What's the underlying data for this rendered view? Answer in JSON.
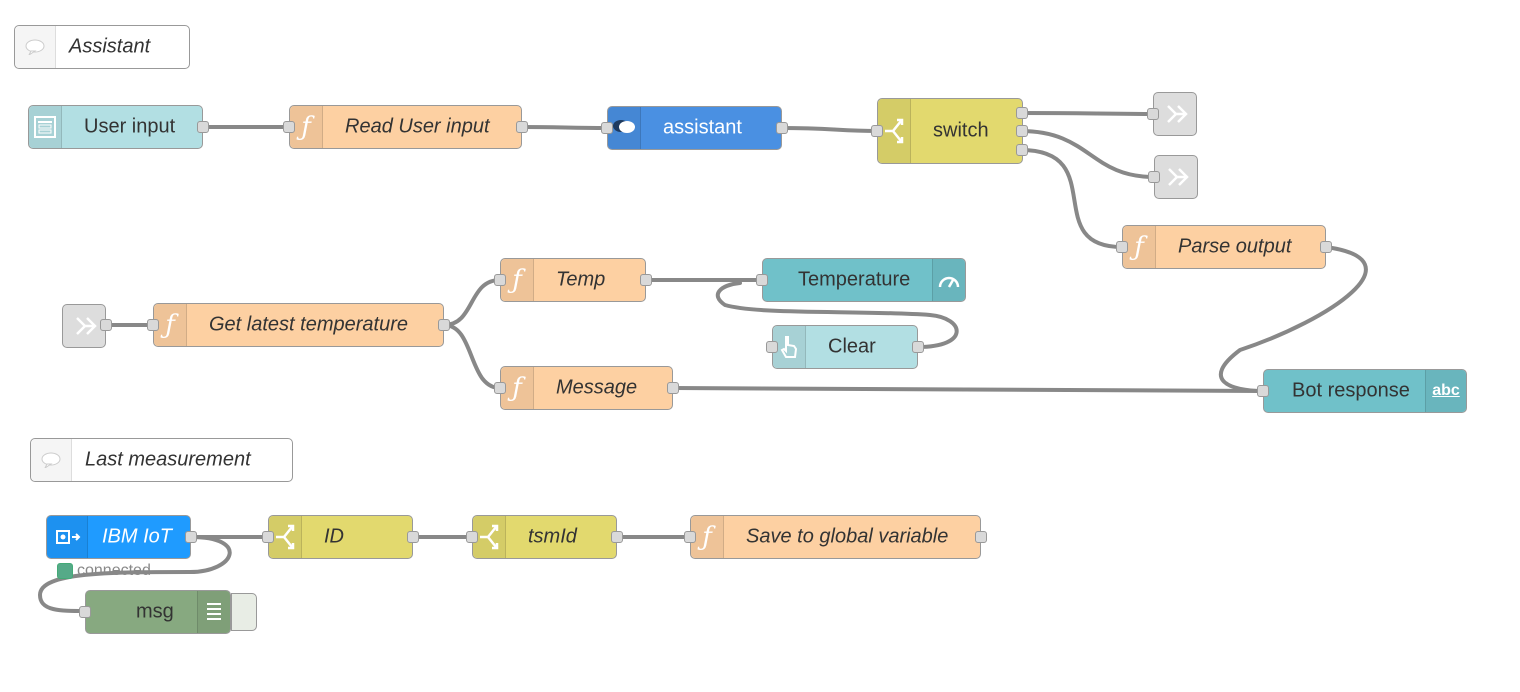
{
  "comments": {
    "assistant": "Assistant",
    "last_measurement": "Last measurement"
  },
  "nodes": {
    "user_input": "User input",
    "read_user_input": "Read User input",
    "assistant": "assistant",
    "switch": "switch",
    "parse_output": "Parse output",
    "get_latest_temperature": "Get latest temperature",
    "temp": "Temp",
    "message": "Message",
    "temperature": "Temperature",
    "clear": "Clear",
    "bot_response": "Bot response",
    "ibm_iot": "IBM IoT",
    "id": "ID",
    "tsmid": "tsmId",
    "save_global": "Save to global variable",
    "msg": "msg"
  },
  "status": {
    "ibm_iot": "connected"
  },
  "icons": {
    "function": "ƒ",
    "text_abc": "abc"
  },
  "colors": {
    "function": "#fdd0a2",
    "switch": "#e2d96e",
    "dashboard": "#70c1c9",
    "assistant": "#4a90e2",
    "iot": "#1f9bff",
    "debug": "#87a980",
    "wire": "#888888"
  }
}
